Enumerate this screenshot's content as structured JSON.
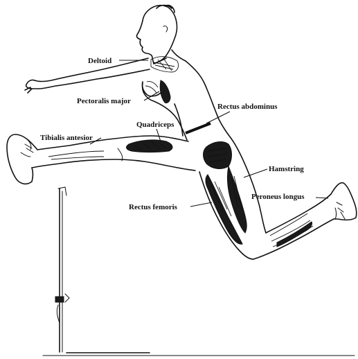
{
  "labels": {
    "deltoid": "Deltoid",
    "pectoralis_major": "Pectoralis major",
    "rectus_abdominus": "Rectus abdominus",
    "quadriceps": "Quadriceps",
    "tibialis_antesior": "Tibialis antesior",
    "hamstring": "Hamstring",
    "peroneus_longus": "Peroneus longus",
    "rectus_femoris": "Rectus femoris"
  }
}
